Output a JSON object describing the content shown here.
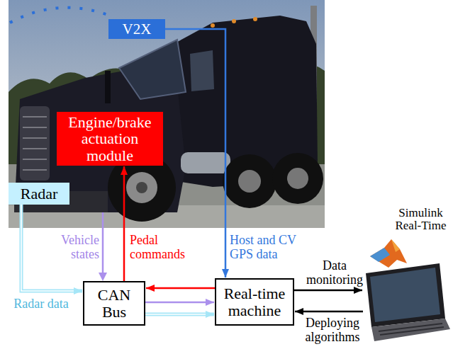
{
  "diagram": {
    "nodes": [
      {
        "text": [
          "V2X"
        ]
      },
      {
        "text": [
          "Engine/brake actuation module"
        ]
      },
      {
        "text": [
          "Radar"
        ]
      },
      {
        "text": [
          "CAN Bus"
        ]
      },
      {
        "text": [
          "Real-time machine"
        ]
      },
      {
        "text": [
          "Simulink Real-Time"
        ]
      }
    ],
    "edges": [
      {
        "from": 0,
        "to": 4,
        "arrow": "to",
        "label": "Host and CV GPS data"
      },
      {
        "from": 3,
        "to": 1,
        "arrow": "to",
        "label": "Pedal commands"
      },
      {
        "from": 2,
        "to": 3,
        "arrow": "to",
        "label": "Radar data"
      },
      {
        "from": 4,
        "to": 3,
        "arrow": "to"
      },
      {
        "from": 3,
        "to": 4,
        "arrow": "to"
      },
      {
        "from": 3,
        "to": 4,
        "arrow": "to"
      },
      {
        "from": 4,
        "to": 5,
        "arrow": "to",
        "label": "Data monitoring"
      },
      {
        "from": 5,
        "to": 4,
        "arrow": "to",
        "label": "Deploying algorithms"
      }
    ],
    "labels": [
      "Vehicle states"
    ]
  }
}
